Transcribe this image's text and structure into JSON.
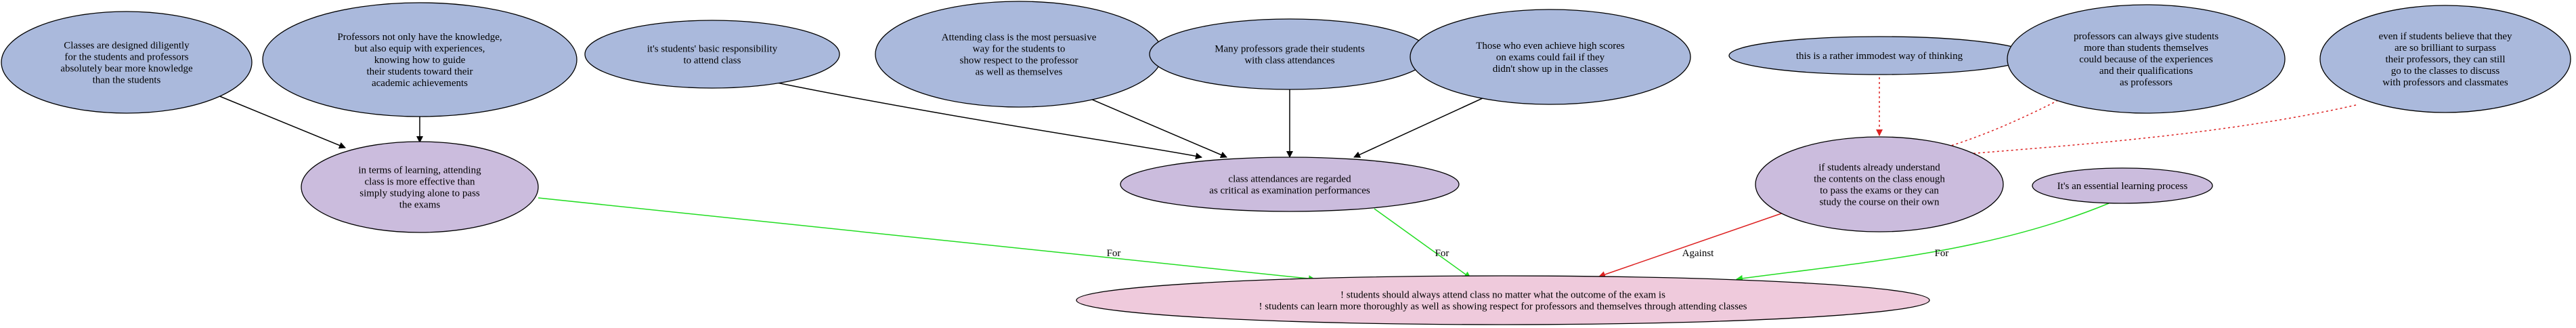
{
  "colors": {
    "premise_fill": "#aab9dc",
    "claim_fill": "#cbbcdd",
    "conclusion_fill": "#efcadc",
    "stroke": "#000000",
    "support_edge": "#000000",
    "for_edge": "#22dd22",
    "against_edge": "#dd2222",
    "attack_dotted": "#dd2222"
  },
  "nodes": {
    "p1": {
      "lines": [
        "Classes are designed diligently",
        "for the students and professors",
        "absolutely bear more knowledge",
        "than the students"
      ]
    },
    "p2": {
      "lines": [
        "Professors not only have the knowledge,",
        "but also equip with experiences,",
        "knowing how to guide",
        "their students toward their",
        "academic achievements"
      ]
    },
    "p3": {
      "lines": [
        "it's students' basic responsibility",
        "to attend class"
      ]
    },
    "p4": {
      "lines": [
        "Attending class is the most persuasive",
        "way for the students to",
        "show respect to the professor",
        "as well as themselves"
      ]
    },
    "p5": {
      "lines": [
        "Many professors grade their students",
        "with class attendances"
      ]
    },
    "p6": {
      "lines": [
        "Those who even achieve high scores",
        "on exams could fail if they",
        "didn't show up in the classes"
      ]
    },
    "p7": {
      "lines": [
        "this is a rather immodest way of thinking"
      ]
    },
    "p8": {
      "lines": [
        "professors can always give students",
        "more than students themselves",
        "could because of the experiences",
        "and their qualifications",
        "as professors"
      ]
    },
    "p9": {
      "lines": [
        "even if students believe that they",
        "are so brilliant to surpass",
        "their professors, they can still",
        "go to the classes to discuss",
        "with professors and classmates"
      ]
    },
    "c1": {
      "lines": [
        "in terms of learning, attending",
        "class is more effective than",
        "simply studying alone to pass",
        "the exams"
      ]
    },
    "c2": {
      "lines": [
        "class attendances are regarded",
        "as critical as examination performances"
      ]
    },
    "c3": {
      "lines": [
        "if students already understand",
        "the contents on the class enough",
        "to pass the exams or they can",
        "study the course on their own"
      ]
    },
    "c4": {
      "lines": [
        "It's an essential learning process"
      ]
    },
    "root": {
      "lines": [
        "! students should always attend class no matter what the outcome of the exam is",
        "! students can learn more thoroughly as well as showing respect for professors and themselves through attending classes"
      ]
    }
  },
  "edge_labels": {
    "c1_root": "For",
    "c2_root": "For",
    "c3_root": "Against",
    "c4_root": "For"
  }
}
